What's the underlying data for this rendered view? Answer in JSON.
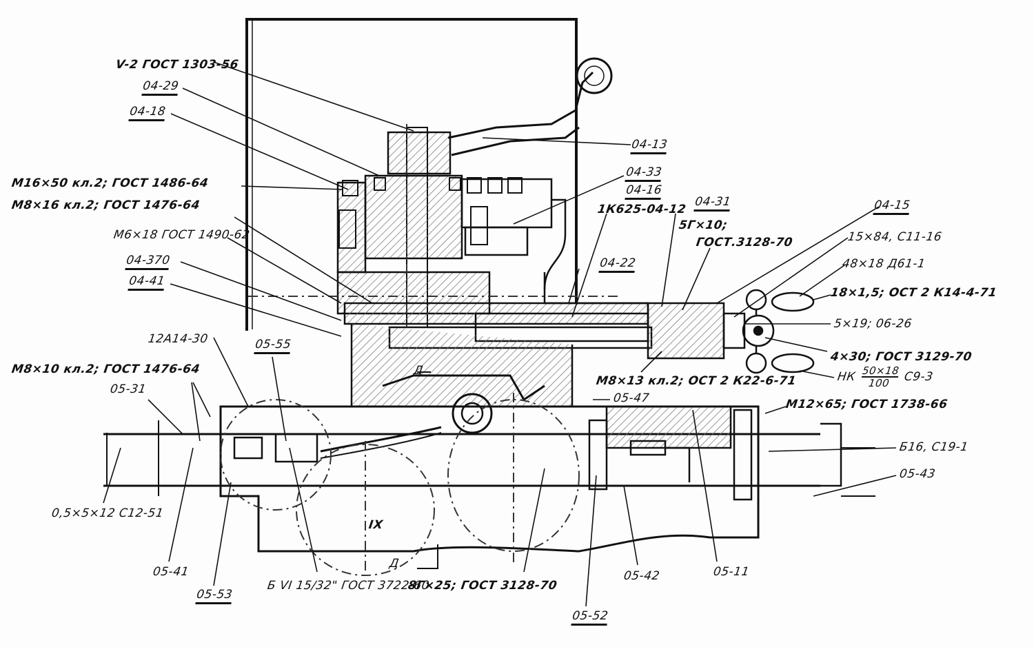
{
  "drawing": {
    "labels": {
      "v2_gost": "V-2 ГОСТ 1303-56",
      "p04_29": "04-29",
      "p04_18": "04-18",
      "m16x50": "М16×50 кл.2; ГОСТ 1486-64",
      "m8x16": "М8×16 кл.2; ГОСТ 1476-64",
      "m6x18": "М6×18 ГОСТ 1490-62",
      "p04_370": "04-370",
      "p04_41": "04-41",
      "p04_13": "04-13",
      "p04_33": "04-33",
      "p04_16": "04-16",
      "p1k625": "1К625-04-12",
      "p04_31": "04-31",
      "p5g10_a": "5Г×10;",
      "p5g10_b": "ГОСТ.3128-70",
      "p04_15": "04-15",
      "p15x84": "15×84, С11-16",
      "p48x18": "48×18 Д61-1",
      "p18x15": "18×1,5; ОСТ 2 К14-4-71",
      "p5x19": "5×19; 06-26",
      "p4x30": "4×30; ГОСТ 3129-70",
      "nk_prefix": "НК",
      "nk_num": "50×18",
      "nk_den": "100",
      "nk_suffix": "С9-3",
      "m8x13": "М8×13 кл.2; ОСТ 2 К22-6-71",
      "p05_47": "05-47",
      "m12x65": "М12×65; ГОСТ 1738-66",
      "b16": "Б16, С19-1",
      "p05_43": "05-43",
      "p04_22": "04-22",
      "p12a14": "12А14-30",
      "p05_55": "05-55",
      "m8x10": "М8×10 кл.2; ГОСТ 1476-64",
      "p05_31": "05-31",
      "p05x5": "0,5×5×12 С12-51",
      "p05_41": "05-41",
      "p05_53": "05-53",
      "bvi": "Б VI 15/32\" ГОСТ 3722-60",
      "p8g25": "8Г×25; ГОСТ 3128-70",
      "p05_52": "05-52",
      "p05_42": "05-42",
      "p05_11": "05-11",
      "section_d_top": "Д",
      "section_d_bottom": "Д",
      "view_ix": "IX"
    },
    "ink_color": "#111111",
    "hatch_color": "#555555"
  }
}
